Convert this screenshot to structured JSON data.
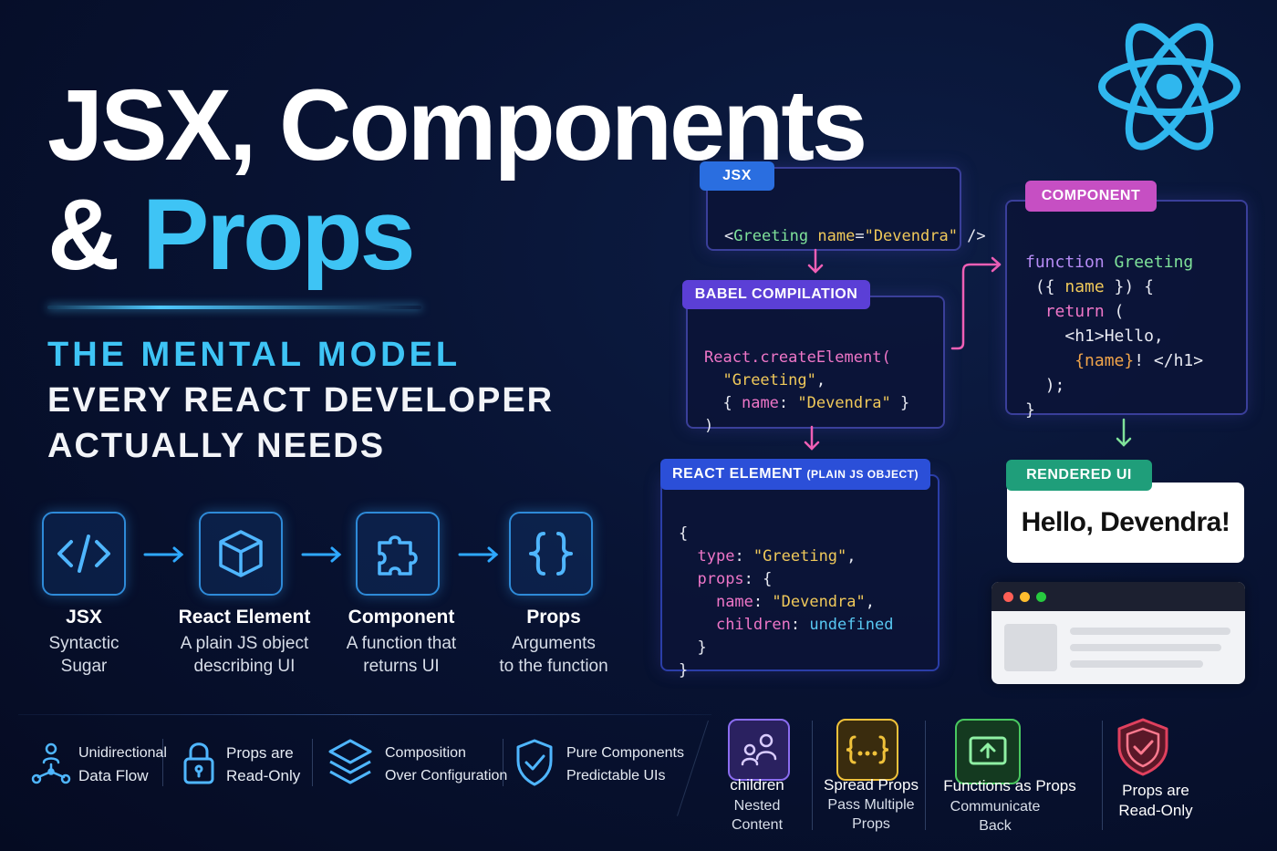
{
  "hero": {
    "title_line1": "JSX, Components",
    "title_amp": "& ",
    "title_props": "Props",
    "sub1": "THE MENTAL MODEL",
    "sub2": "EVERY REACT DEVELOPER",
    "sub3": "ACTUALLY NEEDS"
  },
  "flow": [
    {
      "label": "JSX",
      "desc1": "Syntactic",
      "desc2": "Sugar",
      "icon": "code-icon"
    },
    {
      "label": "React Element",
      "desc1": "A plain JS object",
      "desc2": "describing UI",
      "icon": "cube-icon"
    },
    {
      "label": "Component",
      "desc1": "A function that",
      "desc2": "returns UI",
      "icon": "puzzle-icon"
    },
    {
      "label": "Props",
      "desc1": "Arguments",
      "desc2": "to the function",
      "icon": "braces-icon"
    }
  ],
  "features": [
    {
      "line1": "Unidirectional",
      "line2": "Data Flow",
      "icon": "flow-icon"
    },
    {
      "line1": "Props are",
      "line2": "Read-Only",
      "icon": "lock-icon"
    },
    {
      "line1": "Composition",
      "line2": "Over Configuration",
      "icon": "layers-icon"
    },
    {
      "line1": "Pure Components",
      "line2": "Predictable UIs",
      "icon": "shield-check-icon"
    }
  ],
  "panels": {
    "jsx": {
      "tag": "JSX",
      "code": {
        "open": "<",
        "name": "Greeting",
        "attr": " name",
        "eq": "=",
        "val": "\"Devendra\"",
        "close": " />"
      }
    },
    "babel": {
      "tag": "BABEL COMPILATION",
      "line1": "React.createElement(",
      "line2": "\"Greeting\"",
      "line2b": ",",
      "line3a": "{ ",
      "line3b": "name",
      "line3c": ": ",
      "line3d": "\"Devendra\"",
      "line3e": " }",
      "line4": ")"
    },
    "element": {
      "tag": "REACT ELEMENT",
      "tag_small": "(PLAIN JS OBJECT)",
      "l1": "{",
      "l2a": "type",
      "l2b": ": ",
      "l2c": "\"Greeting\"",
      "l2d": ",",
      "l3a": "props",
      "l3b": ": {",
      "l4a": "name",
      "l4b": ": ",
      "l4c": "\"Devendra\"",
      "l4d": ",",
      "l5a": "children",
      "l5b": ": ",
      "l5c": "undefined",
      "l6": "}",
      "l7": "}"
    },
    "component": {
      "tag": "COMPONENT",
      "l1a": "function ",
      "l1b": "Greeting",
      "l2a": "({ ",
      "l2b": "name",
      "l2c": " }) {",
      "l3a": "return",
      "l3b": " (",
      "l4a": "<h1>",
      "l4b": "Hello,",
      "l5a": "{name}",
      "l5b": "!",
      "l5c": " </h1>",
      "l6": ");",
      "l7": "}"
    },
    "rendered": {
      "tag": "RENDERED UI",
      "text": "Hello, Devendra!"
    }
  },
  "right_bottom": [
    {
      "title": "children",
      "desc1": "Nested",
      "desc2": "Content",
      "icon": "users-icon",
      "color": "#8a6cf0"
    },
    {
      "title": "Spread Props",
      "desc1": "Pass Multiple",
      "desc2": "Props",
      "icon": "spread-braces-icon",
      "color": "#f0c23a"
    },
    {
      "title": "Functions as Props",
      "desc1": "Communicate",
      "desc2": "Back",
      "icon": "upload-arrow-icon",
      "color": "#49c860"
    },
    {
      "title": "Props are",
      "desc1": "Read-Only",
      "desc2": "",
      "icon": "shield-check-icon",
      "color": "#e0405e"
    }
  ],
  "colors": {
    "accent": "#3ec4f5",
    "jsx_tag": "#2a6ee0",
    "babel_tag": "#5b3fd6",
    "element_tag": "#2b4fd8",
    "component_tag": "#c64fc3",
    "rendered_tag": "#1f9e7a"
  }
}
